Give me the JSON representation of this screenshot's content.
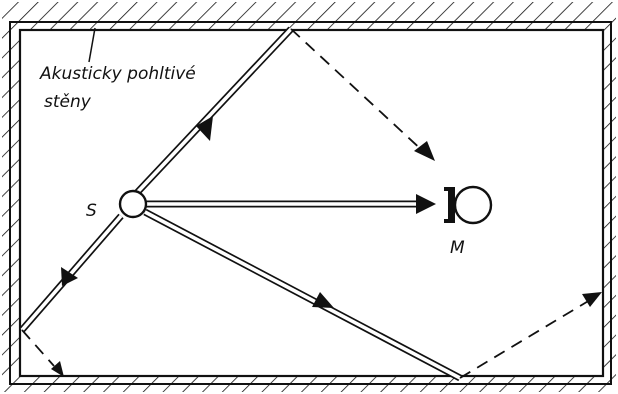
{
  "diagram": {
    "wall_label_line1": "Akusticky pohltivé",
    "wall_label_line2": "stěny",
    "source_label": "S",
    "microphone_label": "M"
  },
  "colors": {
    "ink": "#111111",
    "background": "#ffffff"
  }
}
